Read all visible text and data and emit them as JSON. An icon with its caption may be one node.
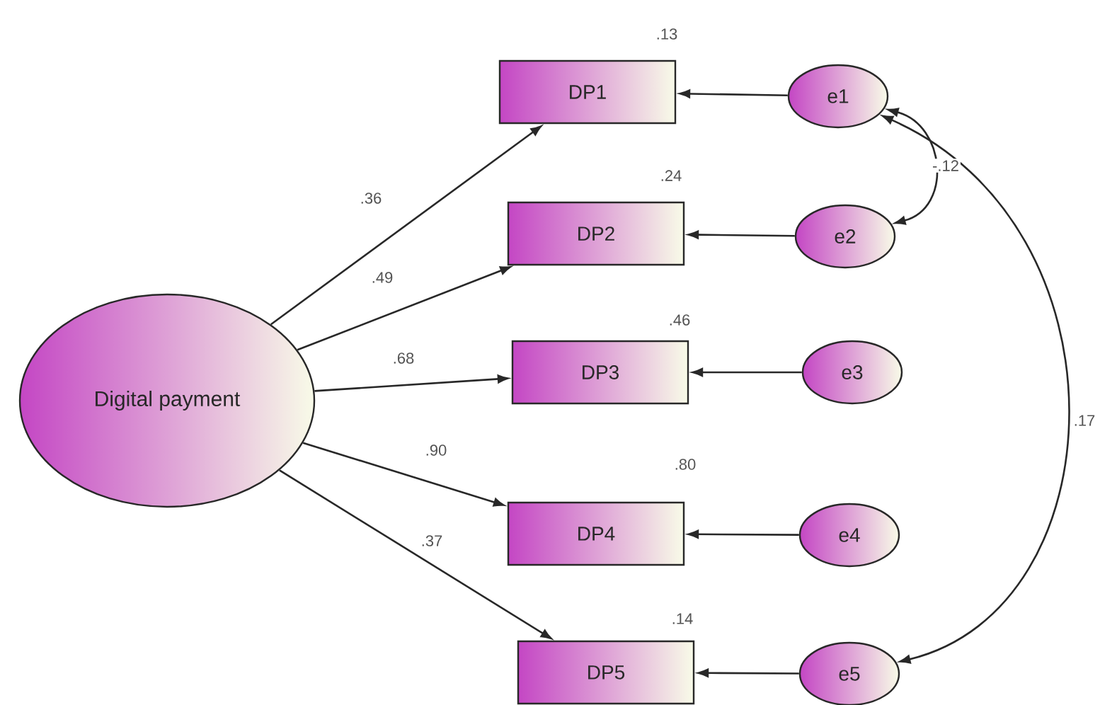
{
  "diagram": {
    "nodes": [
      {
        "text": [
          "Digital payment"
        ]
      },
      {
        "text": [
          "DP1"
        ],
        "beside": [
          ".13"
        ]
      },
      {
        "text": [
          "DP2"
        ],
        "beside": [
          ".24"
        ]
      },
      {
        "text": [
          "DP3"
        ],
        "beside": [
          ".46"
        ]
      },
      {
        "text": [
          "DP4"
        ],
        "beside": [
          ".80"
        ]
      },
      {
        "text": [
          "DP5"
        ],
        "beside": [
          ".14"
        ]
      },
      {
        "text": [
          "e1"
        ]
      },
      {
        "text": [
          "e2"
        ]
      },
      {
        "text": [
          "e3"
        ]
      },
      {
        "text": [
          "e4"
        ]
      },
      {
        "text": [
          "e5"
        ]
      }
    ],
    "edges": [
      {
        "from": 0,
        "to": 1,
        "arrow": "to",
        "label": ".36"
      },
      {
        "from": 0,
        "to": 2,
        "arrow": "to",
        "label": ".49"
      },
      {
        "from": 0,
        "to": 3,
        "arrow": "to",
        "label": ".68"
      },
      {
        "from": 0,
        "to": 4,
        "arrow": "to",
        "label": ".90"
      },
      {
        "from": 0,
        "to": 5,
        "arrow": "to",
        "label": ".37"
      },
      {
        "from": 6,
        "to": 1,
        "arrow": "to"
      },
      {
        "from": 7,
        "to": 2,
        "arrow": "to"
      },
      {
        "from": 8,
        "to": 3,
        "arrow": "to"
      },
      {
        "from": 9,
        "to": 4,
        "arrow": "to"
      },
      {
        "from": 10,
        "to": 5,
        "arrow": "to"
      },
      {
        "from": 6,
        "to": 7,
        "arrow": "both",
        "label": "-.12"
      },
      {
        "from": 6,
        "to": 10,
        "arrow": "both",
        "label": ".17"
      }
    ]
  }
}
